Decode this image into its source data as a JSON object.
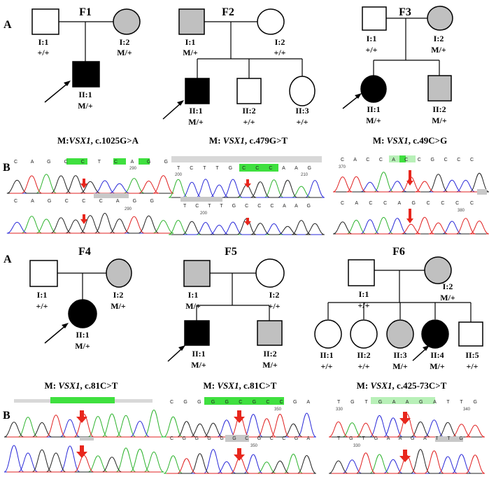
{
  "panel_labels": {
    "a_top": "A",
    "b_top": "B",
    "a_bottom": "A",
    "b_bottom": "B"
  },
  "families": [
    {
      "id": "F1",
      "mutation": {
        "prefix": "M:",
        "gene": "VSX1",
        "change": ", c.1025G>A"
      },
      "members": [
        {
          "id": "I:1",
          "genotype": "+/+",
          "sex": "male",
          "status": "unaffected"
        },
        {
          "id": "I:2",
          "genotype": "M/+",
          "sex": "female",
          "status": "carrier"
        },
        {
          "id": "II:1",
          "genotype": "M/+",
          "sex": "male",
          "status": "affected",
          "proband": true
        }
      ]
    },
    {
      "id": "F2",
      "mutation": {
        "prefix": "M: ",
        "gene": "VSX1",
        "change": ", c.479G>T"
      },
      "members": [
        {
          "id": "I:1",
          "genotype": "M/+",
          "sex": "male",
          "status": "carrier"
        },
        {
          "id": "I:2",
          "genotype": "+/+",
          "sex": "female",
          "status": "unaffected"
        },
        {
          "id": "II:1",
          "genotype": "M/+",
          "sex": "male",
          "status": "affected",
          "proband": true
        },
        {
          "id": "II:2",
          "genotype": "+/+",
          "sex": "male",
          "status": "unaffected"
        },
        {
          "id": "II:3",
          "genotype": "+/+",
          "sex": "female",
          "status": "unaffected"
        }
      ]
    },
    {
      "id": "F3",
      "mutation": {
        "prefix": "M: ",
        "gene": "VSX1",
        "change": ", c.49C>G"
      },
      "members": [
        {
          "id": "I:1",
          "genotype": "+/+",
          "sex": "male",
          "status": "unaffected"
        },
        {
          "id": "I:2",
          "genotype": "M/+",
          "sex": "female",
          "status": "carrier"
        },
        {
          "id": "II:1",
          "genotype": "M/+",
          "sex": "female",
          "status": "affected",
          "proband": true
        },
        {
          "id": "II:2",
          "genotype": "M/+",
          "sex": "male",
          "status": "carrier"
        }
      ]
    },
    {
      "id": "F4",
      "mutation": {
        "prefix": "M: ",
        "gene": "VSX1",
        "change": ", c.81C>T"
      },
      "members": [
        {
          "id": "I:1",
          "genotype": "+/+",
          "sex": "male",
          "status": "unaffected"
        },
        {
          "id": "I:2",
          "genotype": "M/+",
          "sex": "female",
          "status": "carrier"
        },
        {
          "id": "II:1",
          "genotype": "M/+",
          "sex": "female",
          "status": "affected",
          "proband": true
        }
      ]
    },
    {
      "id": "F5",
      "mutation": {
        "prefix": "M: ",
        "gene": "VSX1",
        "change": ", c.81C>T"
      },
      "members": [
        {
          "id": "I:1",
          "genotype": "M/+",
          "sex": "male",
          "status": "carrier"
        },
        {
          "id": "I:2",
          "genotype": "+/+",
          "sex": "female",
          "status": "unaffected"
        },
        {
          "id": "II:1",
          "genotype": "M/+",
          "sex": "male",
          "status": "affected",
          "proband": true
        },
        {
          "id": "II:2",
          "genotype": "M/+",
          "sex": "male",
          "status": "carrier"
        }
      ]
    },
    {
      "id": "F6",
      "mutation": {
        "prefix": "M: ",
        "gene": "VSX1",
        "change": ", c.425-73C>T"
      },
      "members": [
        {
          "id": "I:1",
          "genotype": "+/+",
          "sex": "male",
          "status": "unaffected"
        },
        {
          "id": "I:2",
          "genotype": "M/+",
          "sex": "female",
          "status": "carrier"
        },
        {
          "id": "II:1",
          "genotype": "+/+",
          "sex": "female",
          "status": "unaffected"
        },
        {
          "id": "II:2",
          "genotype": "+/+",
          "sex": "female",
          "status": "unaffected"
        },
        {
          "id": "II:3",
          "genotype": "M/+",
          "sex": "female",
          "status": "carrier"
        },
        {
          "id": "II:4",
          "genotype": "M/+",
          "sex": "female",
          "status": "affected",
          "proband": true
        },
        {
          "id": "II:5",
          "genotype": "+/+",
          "sex": "male",
          "status": "unaffected"
        }
      ]
    }
  ],
  "sequences": {
    "f1_top": {
      "bases": "C A G C C T C A G G",
      "tick": "290"
    },
    "f1_bot": {
      "bases": "C A G C C C A G G",
      "tick": "290"
    },
    "f2_top": {
      "bases": "T C T T G C C C A A G",
      "tick_left": "200",
      "tick_right": "210"
    },
    "f2_bot": {
      "bases": "T C T T G C C C A A G",
      "tick": "200"
    },
    "f3_top": {
      "bases": "C A C C A C C G C C C",
      "tick": "370"
    },
    "f3_bot": {
      "bases": "C A C C A G C C C C",
      "tick": "380"
    },
    "f5_top": {
      "bases": "C G G G G C G C C G A",
      "tick": "350"
    },
    "f5_bot": {
      "bases": "C G G G G G C G C C G A",
      "tick": "350"
    },
    "f6_top": {
      "bases": "T G T G A A G A T T G",
      "tick_left": "330",
      "tick_right": "340"
    },
    "f6_bot": {
      "bases": "T G T G A A G A T T G",
      "tick": "330"
    }
  },
  "colors": {
    "affected": "#000000",
    "carrier": "#c0c0c0",
    "unaffected": "#ffffff",
    "arrow_marker": "#e8261c",
    "highlight": "#3fe03f",
    "trace_a": "#2db32d",
    "trace_c": "#2a2ad8",
    "trace_g": "#222222",
    "trace_t": "#e02020"
  }
}
